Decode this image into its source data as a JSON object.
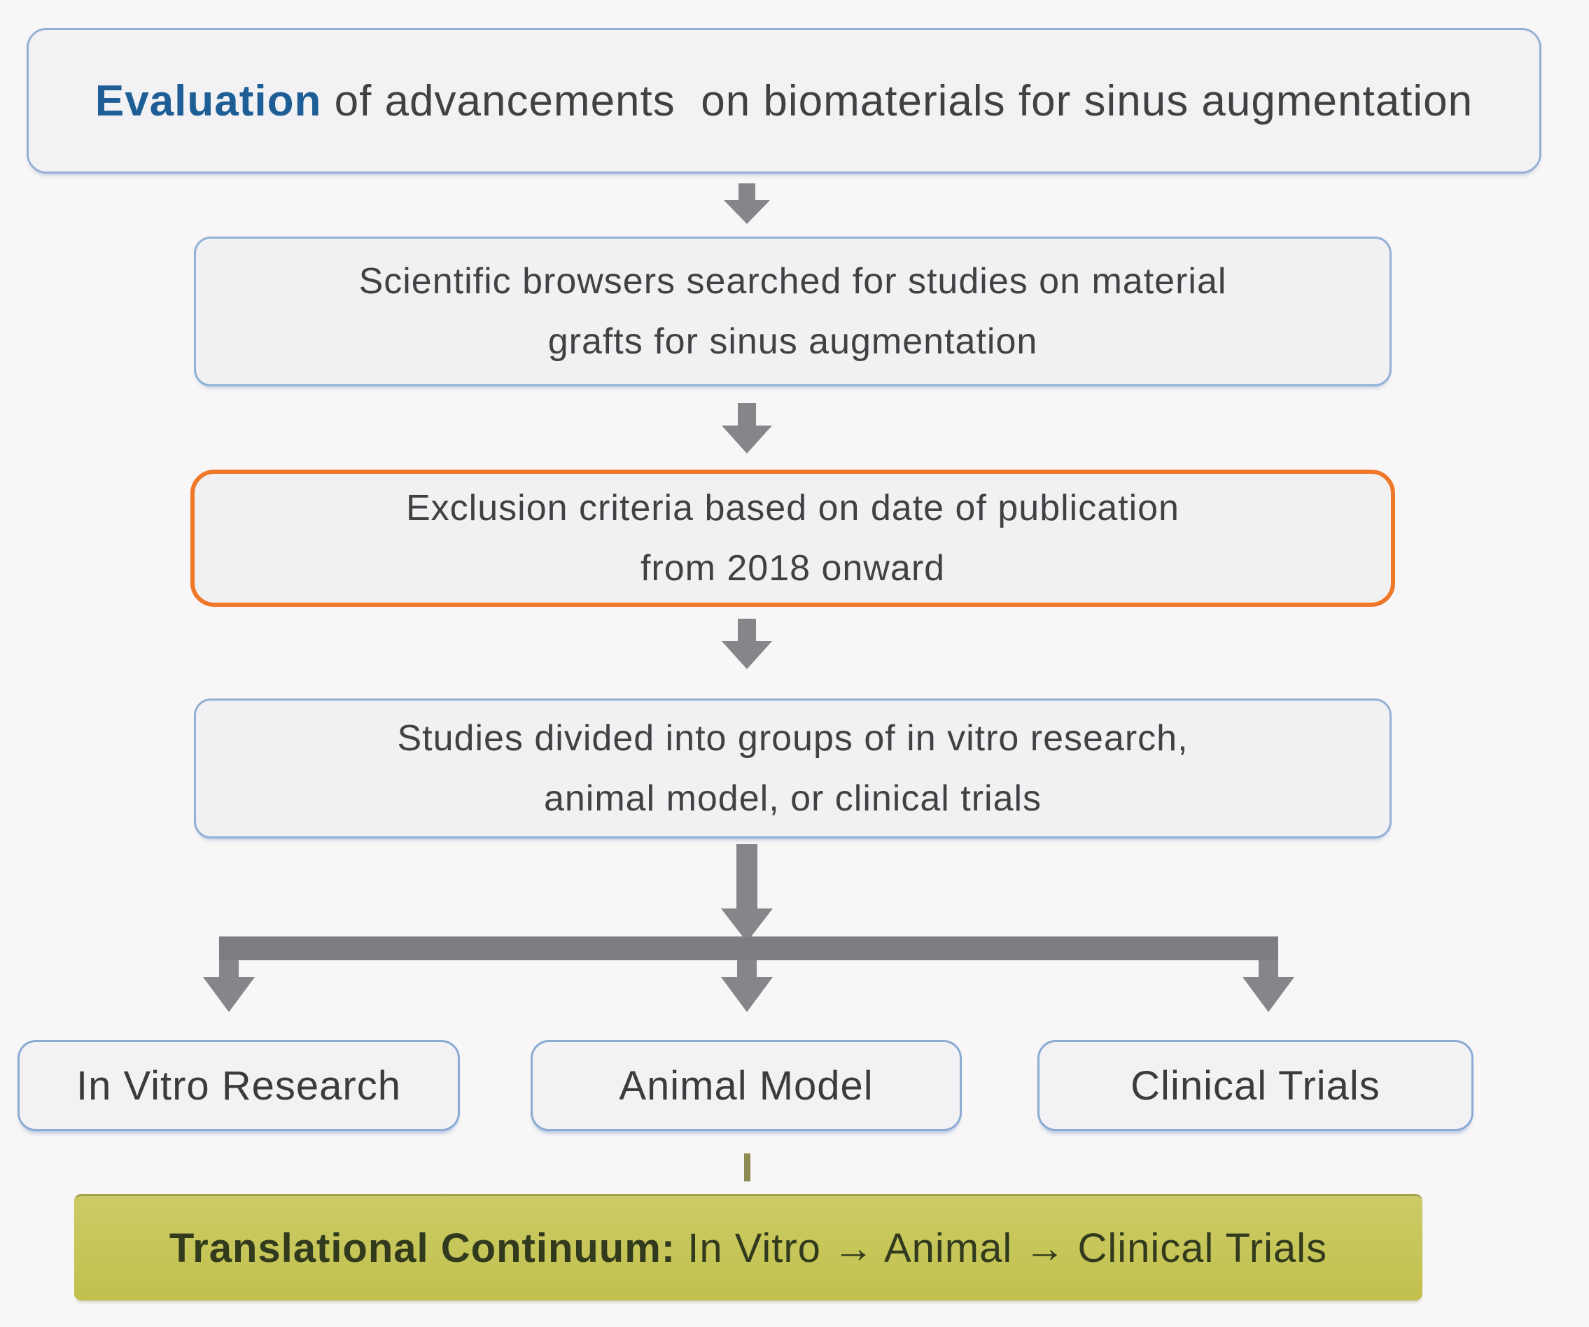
{
  "figure": {
    "title": {
      "highlight": "Evaluation",
      "rest": " of advancements  on biomaterials for sinus augmentation"
    },
    "steps": [
      {
        "variant": "blue",
        "lines": [
          "Scientific browsers searched for studies on material",
          "grafts for sinus augmentation"
        ]
      },
      {
        "variant": "orange",
        "lines": [
          "Exclusion criteria based on date of publication",
          "from 2018 onward"
        ]
      },
      {
        "variant": "blue",
        "lines": [
          "Studies divided into groups of in vitro research,",
          "animal model, or clinical trials"
        ]
      }
    ],
    "branches": [
      {
        "label": "In Vitro Research"
      },
      {
        "label": "Animal Model"
      },
      {
        "label": "Clinical Trials"
      }
    ],
    "banner": {
      "lead": "Translational Continuum:",
      "rest": " In Vitro → Animal → Clinical Trials"
    }
  },
  "colors": {
    "accent_blue": "#1d5e96",
    "border_blue": "#93b1d7",
    "border_orange": "#ef7728",
    "arrow_gray": "#85858a",
    "banner_olive": "#c6c558",
    "text_dark": "#414144",
    "box_fill": "#f1f0f3",
    "page_background": "#f8f6f6"
  }
}
